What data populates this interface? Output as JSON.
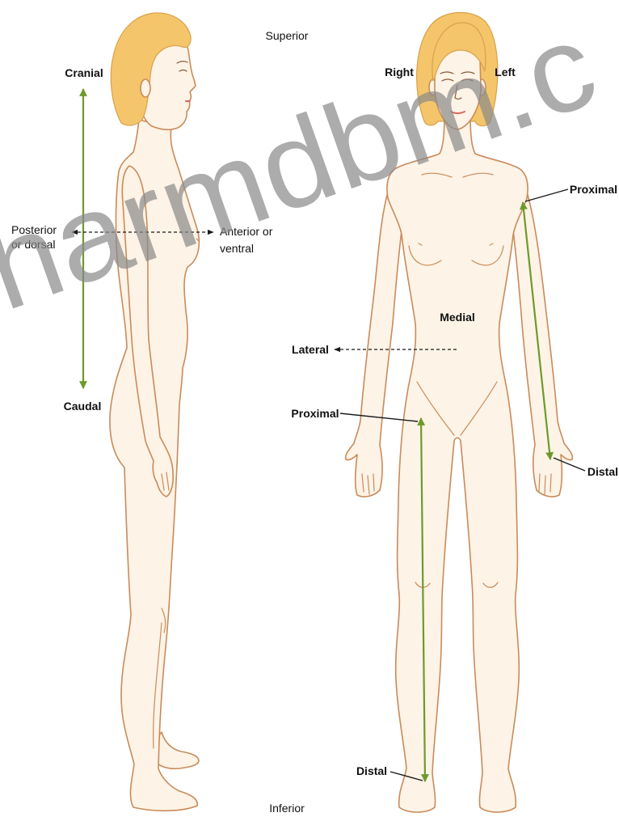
{
  "axis": {
    "superior": "Superior",
    "inferior": "Inferior"
  },
  "side_view": {
    "cranial": "Cranial",
    "caudal": "Caudal",
    "posterior": [
      "Posterior",
      "or dorsal"
    ],
    "anterior": [
      "Anterior or",
      "ventral"
    ]
  },
  "front_view": {
    "right": "Right",
    "left": "Left",
    "medial": "Medial",
    "lateral": "Lateral",
    "arm": {
      "proximal": "Proximal",
      "distal": "Distal"
    },
    "leg": {
      "proximal": "Proximal",
      "distal": "Distal"
    }
  },
  "watermark": "harmdbm.c",
  "colors": {
    "skin": "#fdf3e6",
    "outline": "#c98b5a",
    "hair": "#f4c56a",
    "hair_outline": "#d9a24a",
    "arrow": "#6d9a2c",
    "line": "#1a1a1a",
    "lips": "#d9685f",
    "watermark": "#8a8a8a",
    "background": "#ffffff"
  }
}
